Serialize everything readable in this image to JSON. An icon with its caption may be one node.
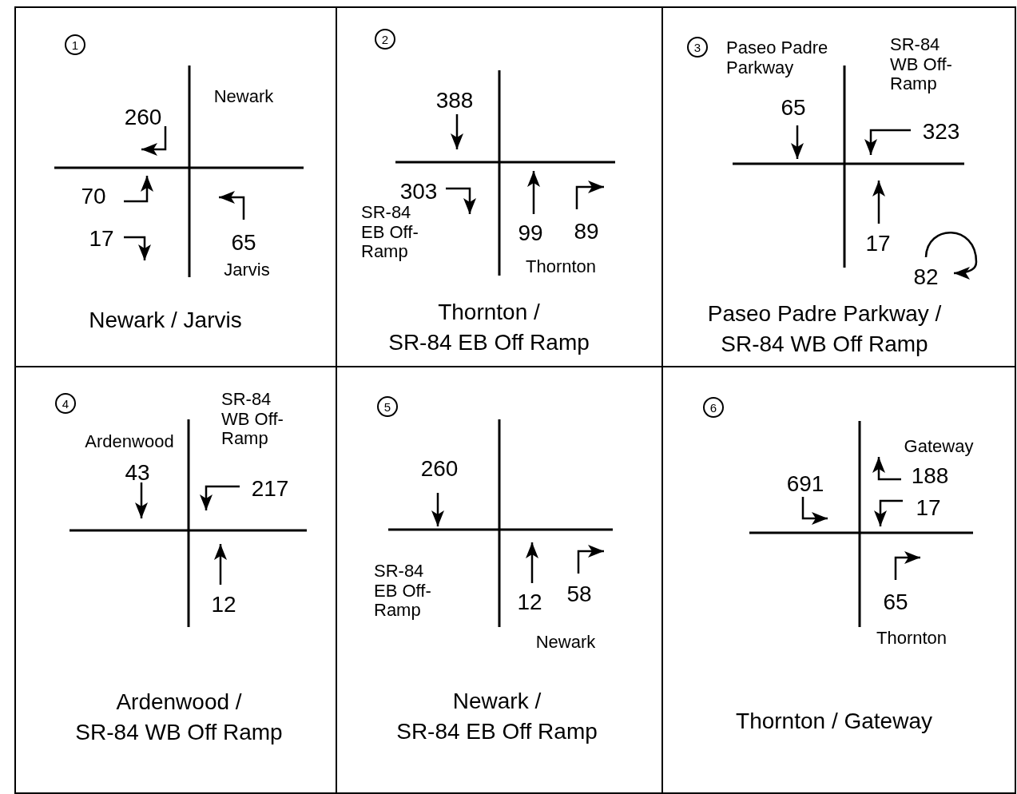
{
  "diagram": {
    "nodes": [
      {
        "text": [
          "Newark / Jarvis"
        ]
      },
      {
        "text": [
          "1"
        ],
        "in": 0
      },
      {
        "text": [
          "Thornton / SR-84 EB Off Ramp"
        ]
      },
      {
        "text": [
          "2"
        ],
        "in": 2
      },
      {
        "text": [
          "Paseo Padre Parkway / SR-84 WB Off Ramp"
        ]
      },
      {
        "text": [
          "3"
        ],
        "in": 4
      },
      {
        "text": [
          "Ardenwood / SR-84 WB Off Ramp"
        ]
      },
      {
        "text": [
          "4"
        ],
        "in": 6
      },
      {
        "text": [
          "Newark / SR-84 EB Off Ramp"
        ]
      },
      {
        "text": [
          "5"
        ],
        "in": 8
      },
      {
        "text": [
          "Thornton / Gateway"
        ]
      },
      {
        "text": [
          "6"
        ],
        "in": 10
      }
    ],
    "edges": [],
    "labels": [
      "Newark",
      "260",
      "70",
      "17",
      "65",
      "Jarvis",
      "388",
      "303",
      "SR-84 EB Off-Ramp",
      "99",
      "89",
      "Thornton",
      "Paseo Padre Parkway",
      "SR-84 WB Off-Ramp",
      "65",
      "323",
      "17",
      "82",
      "SR-84 WB Off-Ramp",
      "Ardenwood",
      "43",
      "217",
      "12",
      "260",
      "SR-84 EB Off-Ramp",
      "12",
      "58",
      "Newark",
      "Gateway",
      "188",
      "691",
      "17",
      "65",
      "Thornton"
    ]
  }
}
